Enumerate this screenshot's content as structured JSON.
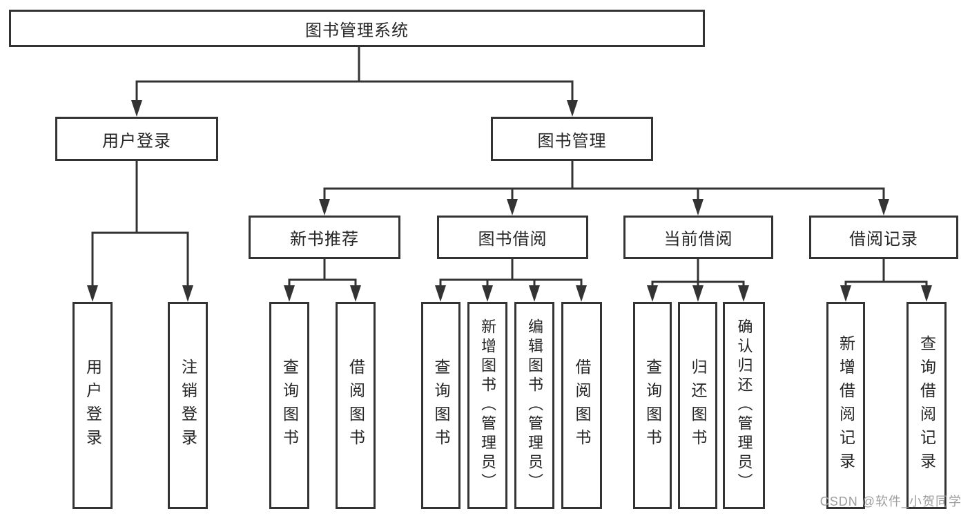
{
  "diagram": {
    "root": "图书管理系统",
    "level2": {
      "user_login": "用户登录",
      "book_management": "图书管理"
    },
    "level3": {
      "new_book_recommend": "新书推荐",
      "book_borrow": "图书借阅",
      "current_borrow": "当前借阅",
      "borrow_records": "借阅记录"
    },
    "leaves": {
      "user_login": "用户登录",
      "logout": "注销登录",
      "nb_query_books": "查询图书",
      "nb_borrow_books": "借阅图书",
      "bb_query_books": "查询图书",
      "bb_add_books": "新增图书（管理员）",
      "bb_edit_books": "编辑图书（管理员）",
      "bb_borrow_books": "借阅图书",
      "cb_query_books": "查询图书",
      "cb_return_books": "归还图书",
      "cb_confirm_return": "确认归还（管理员）",
      "br_add_record": "新增借阅记录",
      "br_query_record": "查询借阅记录"
    }
  },
  "watermark": {
    "text": "CSDN @软件_小贺同学"
  },
  "colors": {
    "line": "#333333",
    "text": "#262626",
    "watermark": "#9e9e9e",
    "background": "#ffffff"
  }
}
